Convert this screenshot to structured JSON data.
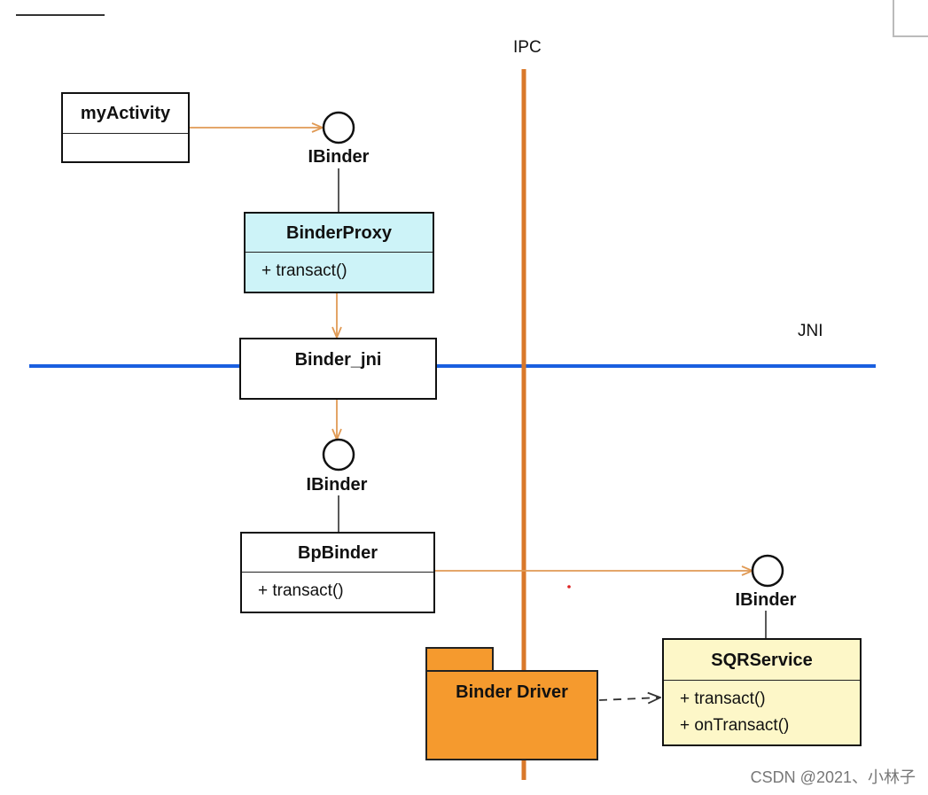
{
  "labels": {
    "ipc": "IPC",
    "jni": "JNI",
    "ibinder_top": "IBinder",
    "ibinder_mid": "IBinder",
    "ibinder_right": "IBinder"
  },
  "nodes": {
    "myActivity": {
      "title": "myActivity"
    },
    "binderProxy": {
      "title": "BinderProxy",
      "ops": [
        "+ transact()"
      ]
    },
    "binderJni": {
      "title": "Binder_jni"
    },
    "bpBinder": {
      "title": "BpBinder",
      "ops": [
        "+ transact()"
      ]
    },
    "binderDriver": {
      "title": "Binder Driver"
    },
    "sqrService": {
      "title": "SQRService",
      "ops": [
        "+ transact()",
        "+ onTransact()"
      ]
    }
  },
  "colors": {
    "ipc_line": "#d9782a",
    "jni_line": "#1a5fe0",
    "arrow": "#e09a55",
    "proxy_fill": "#cdf3f8",
    "service_fill": "#fdf7c8",
    "driver_fill": "#f59a2e"
  },
  "watermark": "CSDN @2021、小林子"
}
